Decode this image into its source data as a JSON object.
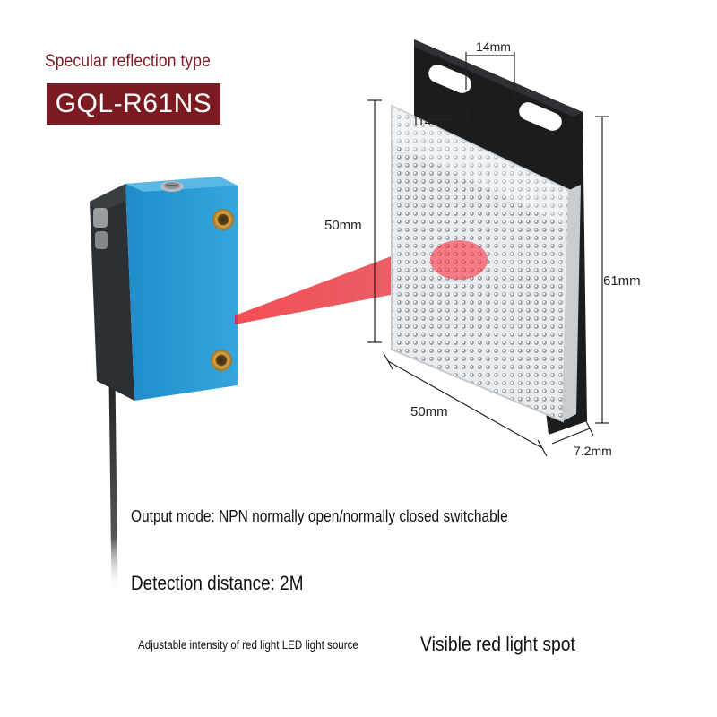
{
  "header": {
    "subtitle": "Specular reflection type",
    "model": "GQL-R61NS"
  },
  "dimensions": {
    "slot_spacing_top": "14mm",
    "slot_spacing_inner": "14mm",
    "height_left": "50mm",
    "height_right": "61mm",
    "width_bottom": "50mm",
    "depth": "7.2mm"
  },
  "features": {
    "output_mode": "Output mode: NPN normally open/normally closed switchable",
    "detection_distance": "Detection distance: 2M",
    "intensity": "Adjustable intensity of red light LED light source",
    "spot": "Visible red light spot"
  },
  "colors": {
    "badge_bg": "#7b1a21",
    "sensor_blue": "#2b9ad4",
    "beam_red": "#e8101a"
  }
}
